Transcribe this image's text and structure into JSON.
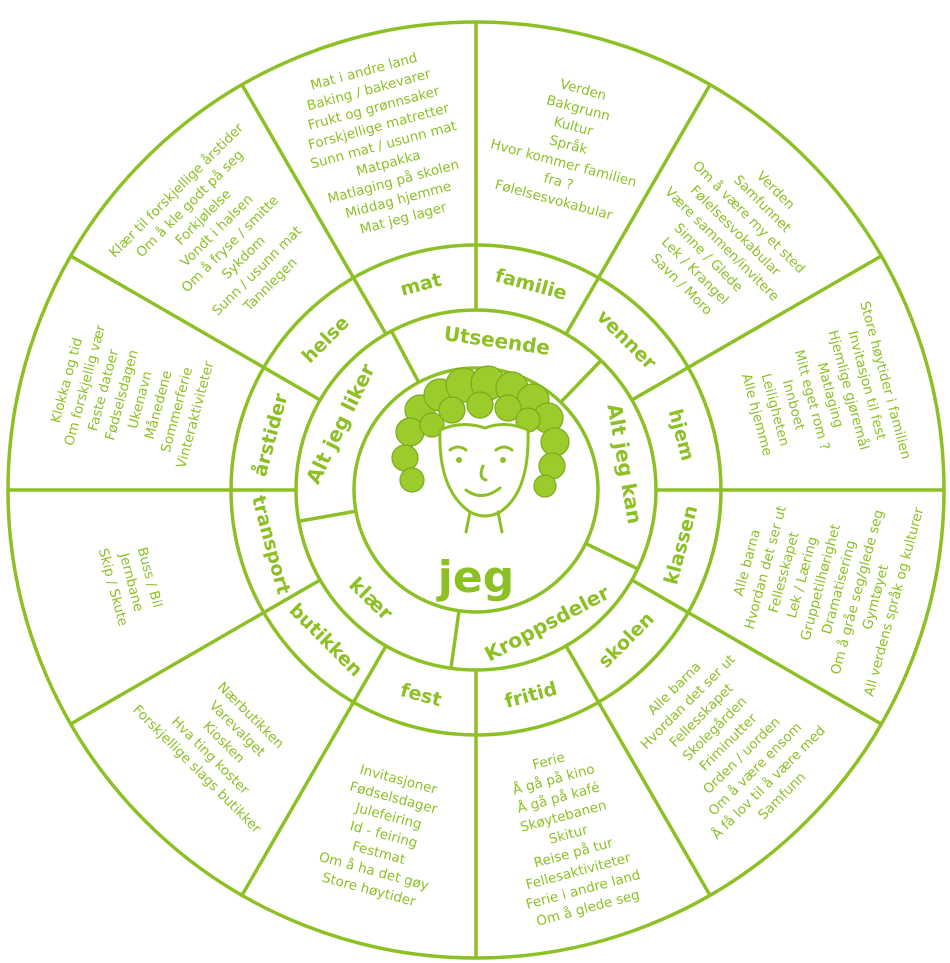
{
  "center": {
    "label": "jeg"
  },
  "colors": {
    "line": "#8dc025",
    "text": "#8dc025",
    "background": "#ffffff"
  },
  "inner_ring": [
    {
      "label": "Utseende"
    },
    {
      "label": "Alt jeg kan"
    },
    {
      "label": "Kroppsdeler"
    },
    {
      "label": "klær"
    },
    {
      "label": "Alt jeg liker"
    }
  ],
  "sectors": [
    {
      "label": "familie",
      "items": [
        "Verden",
        "Bakgrunn",
        "Kultur",
        "Språk",
        "Hvor kommer familien",
        "fra ?",
        "Følelsesvokabular"
      ]
    },
    {
      "label": "venner",
      "items": [
        "Verden",
        "Samfunnet",
        "Om å være my et sted",
        "Følelsesvokabular",
        "Være sammen/invitere",
        "Sinne / Glede",
        "Lek / Krangel",
        "Savn / Moro"
      ]
    },
    {
      "label": "hjem",
      "items": [
        "Store høytider i familien",
        "Invitasjon til fest",
        "Hjemlige gjøremål",
        "Matlaging",
        "Mitt eget rom ?",
        "Innboet",
        "Leiligheten",
        "Alle hjemme"
      ]
    },
    {
      "label": "klassen",
      "items": [
        "All verdens språk og kulturer",
        "Gymtøyet",
        "Om å gråe seg/glede seg",
        "Dramatisering",
        "Gruppetilhørighet",
        "Lek / Læring",
        "Fellesskapet",
        "Hvordan det ser ut",
        "Alle barna"
      ]
    },
    {
      "label": "skolen",
      "items": [
        "Samfunn",
        "Å få lov til å være med",
        "Om å være ensom",
        "Orden / uorden",
        "Friminutter",
        "Skolegården",
        "Fellesskapet",
        "Hvordan det ser ut",
        "Alle barna"
      ]
    },
    {
      "label": "fritid",
      "items": [
        "Om å glede seg",
        "Ferie i andre land",
        "Fellesaktiviteter",
        "Reise på tur",
        "Skitur",
        "Skøytebanen",
        "Å gå på kafé",
        "Å gå på kino",
        "Ferie"
      ]
    },
    {
      "label": "fest",
      "items": [
        "Store høytider",
        "Om å ha det gøy",
        "Festmat",
        "Id - feiring",
        "Julefeiring",
        "Fødselsdager",
        "Invitasjoner"
      ]
    },
    {
      "label": "butikken",
      "items": [
        "Forskjellige slags butikker",
        "Hva ting koster",
        "Kiosken",
        "Varevalget",
        "Nærbutikken"
      ]
    },
    {
      "label": "transport",
      "items": [
        "Skip / Skute",
        "Jernbane",
        "Buss / Bil"
      ]
    },
    {
      "label": "årstider",
      "items": [
        "Klokka og tid",
        "Om forskjellig vær",
        "Faste datoer",
        "Fødselsdagen",
        "Ukenavn",
        "Månedene",
        "Sommerferie",
        "Vinteraktiviteter"
      ]
    },
    {
      "label": "helse",
      "items": [
        "Klær til forskjellige årstider",
        "Om å kle godt på seg",
        "Forkjølelse",
        "Vondt i halsen",
        "Om å fryse / smitte",
        "Sykdom",
        "Sunn / usunn mat",
        "Tannlegen"
      ]
    },
    {
      "label": "mat",
      "items": [
        "Mat i andre land",
        "Baking / bakevarer",
        "Frukt og grønnsaker",
        "Forskjellige matretter",
        "Sunn mat / usunn mat",
        "Matpakka",
        "Matlaging på skolen",
        "Middag hjemme",
        "Mat jeg lager"
      ]
    }
  ]
}
